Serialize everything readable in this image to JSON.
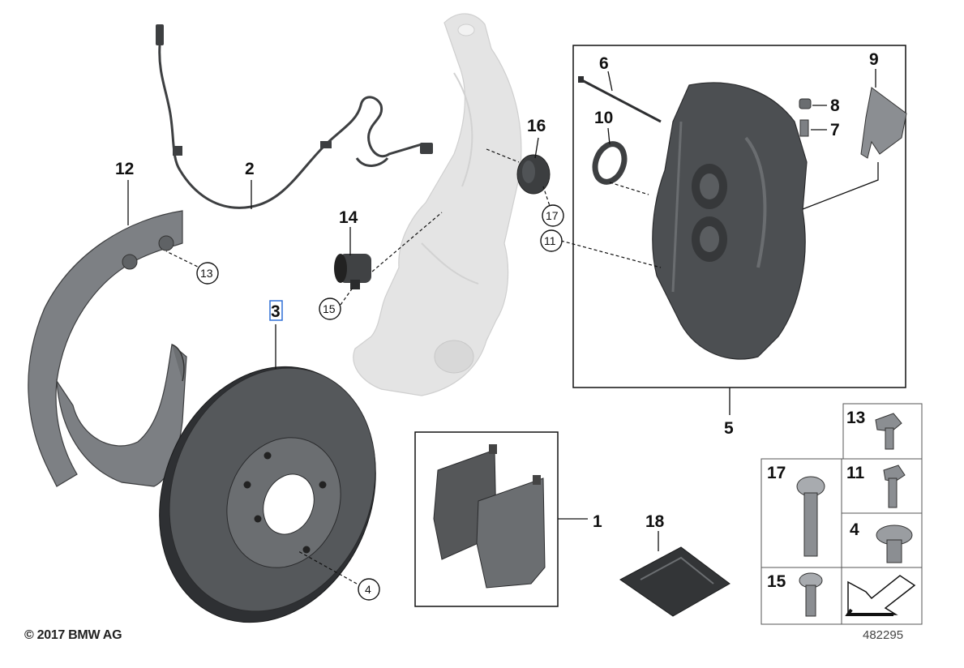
{
  "labels": {
    "l1": "1",
    "l2": "2",
    "l3": "3",
    "l4": "4",
    "l5": "5",
    "l6": "6",
    "l7": "7",
    "l8": "8",
    "l9": "9",
    "l10": "10",
    "l11": "11",
    "l12": "12",
    "l13": "13",
    "l14": "14",
    "l15": "15",
    "l16": "16",
    "l17": "17",
    "l18": "18"
  },
  "legend": {
    "b13": "13",
    "b17": "17",
    "b11": "11",
    "b4": "4",
    "b15": "15"
  },
  "footer": {
    "copyright": "© 2017 BMW AG",
    "diagram_id": "482295"
  },
  "colors": {
    "highlight_box": "#2f6fd6",
    "part_dark": "#4c4f52",
    "part_light": "#e4e4e4"
  }
}
